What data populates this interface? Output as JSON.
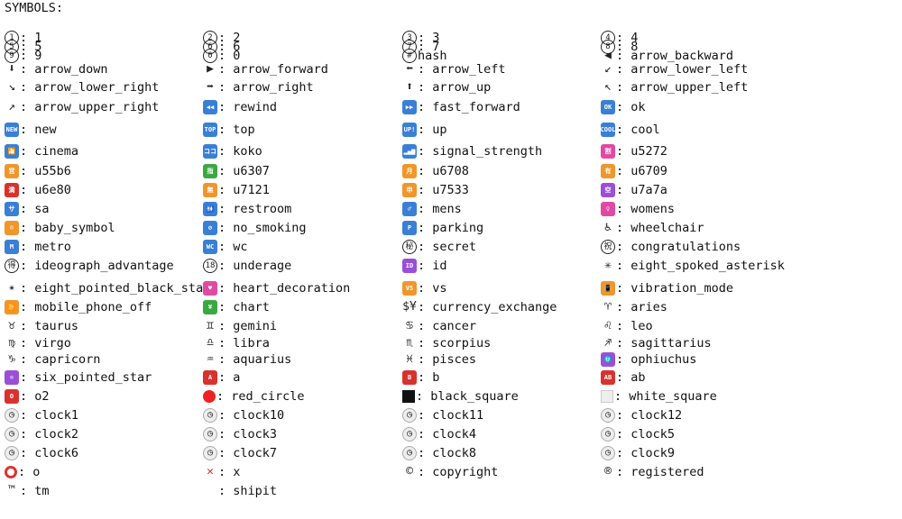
{
  "header": {
    "title": "SYMBOLS:"
  },
  "colors": {
    "blue": "#3a7fd6",
    "orange": "#f0962a",
    "red": "#d8322e",
    "green": "#3ba843",
    "purple": "#9a4fd6",
    "pink": "#e04aa3"
  },
  "items": [
    {
      "label": ": 1",
      "icon": "1-circle-icon",
      "glyph": "1",
      "style": "circle"
    },
    {
      "label": ": 2",
      "icon": "2-circle-icon",
      "glyph": "2",
      "style": "circle"
    },
    {
      "label": ": 3",
      "icon": "3-circle-icon",
      "glyph": "3",
      "style": "circle"
    },
    {
      "label": ": 4",
      "icon": "4-circle-icon",
      "glyph": "4",
      "style": "circle"
    },
    {
      "label": ": 5",
      "icon": "5-circle-icon",
      "glyph": "5",
      "style": "circle"
    },
    {
      "label": ": 6",
      "icon": "6-circle-icon",
      "glyph": "6",
      "style": "circle"
    },
    {
      "label": ": 7",
      "icon": "7-circle-icon",
      "glyph": "7",
      "style": "circle"
    },
    {
      "label": ": 8",
      "icon": "8-circle-icon",
      "glyph": "8",
      "style": "circle"
    },
    {
      "label": ": 9",
      "icon": "9-circle-icon",
      "glyph": "9",
      "style": "circle"
    },
    {
      "label": ": 0",
      "icon": "0-circle-icon",
      "glyph": "0",
      "style": "circle"
    },
    {
      "label": " hash",
      "icon": "hash-icon",
      "glyph": "#",
      "style": "circle"
    },
    {
      "label": ": arrow_backward",
      "icon": "arrow-backward-icon",
      "glyph": "◀",
      "style": "glyph"
    },
    {
      "label": ": arrow_down",
      "icon": "arrow-down-icon",
      "glyph": "⬇",
      "style": "glyph"
    },
    {
      "label": ": arrow_forward",
      "icon": "arrow-forward-icon",
      "glyph": "▶",
      "style": "glyph"
    },
    {
      "label": ": arrow_left",
      "icon": "arrow-left-icon",
      "glyph": "⬅",
      "style": "glyph"
    },
    {
      "label": ": arrow_lower_left",
      "icon": "arrow-lower-left-icon",
      "glyph": "↙",
      "style": "glyph"
    },
    {
      "label": ": arrow_lower_right",
      "icon": "arrow-lower-right-icon",
      "glyph": "↘",
      "style": "glyph"
    },
    {
      "label": ": arrow_right",
      "icon": "arrow-right-icon",
      "glyph": "➡",
      "style": "glyph"
    },
    {
      "label": ": arrow_up",
      "icon": "arrow-up-icon",
      "glyph": "⬆",
      "style": "glyph"
    },
    {
      "label": ": arrow_upper_left",
      "icon": "arrow-upper-left-icon",
      "glyph": "↖",
      "style": "glyph"
    },
    {
      "label": ": arrow_upper_right",
      "icon": "arrow-upper-right-icon",
      "glyph": "↗",
      "style": "glyph"
    },
    {
      "label": ": rewind",
      "icon": "rewind-icon",
      "glyph": "◀◀",
      "style": "sq",
      "color": "blue"
    },
    {
      "label": ": fast_forward",
      "icon": "fast-forward-icon",
      "glyph": "▶▶",
      "style": "sq",
      "color": "blue"
    },
    {
      "label": ": ok",
      "icon": "ok-icon",
      "glyph": "OK",
      "style": "sq",
      "color": "blue"
    },
    {
      "label": ": new",
      "icon": "new-icon",
      "glyph": "NEW",
      "style": "sq",
      "color": "blue"
    },
    {
      "label": ": top",
      "icon": "top-icon",
      "glyph": "TOP",
      "style": "sq",
      "color": "blue"
    },
    {
      "label": ": up",
      "icon": "up-icon",
      "glyph": "UP!",
      "style": "sq",
      "color": "blue"
    },
    {
      "label": ": cool",
      "icon": "cool-icon",
      "glyph": "COOL",
      "style": "sq",
      "color": "blue"
    },
    {
      "label": ": cinema",
      "icon": "cinema-icon",
      "glyph": "🎦",
      "style": "sq",
      "color": "blue"
    },
    {
      "label": ": koko",
      "icon": "koko-icon",
      "glyph": "ココ",
      "style": "sq",
      "color": "blue"
    },
    {
      "label": ": signal_strength",
      "icon": "signal-strength-icon",
      "glyph": "▂▄▆",
      "style": "sq",
      "color": "blue"
    },
    {
      "label": ": u5272",
      "icon": "u5272-icon",
      "glyph": "割",
      "style": "sq",
      "color": "pink"
    },
    {
      "label": ": u55b6",
      "icon": "u55b6-icon",
      "glyph": "営",
      "style": "sq",
      "color": "orange"
    },
    {
      "label": ": u6307",
      "icon": "u6307-icon",
      "glyph": "指",
      "style": "sq",
      "color": "green"
    },
    {
      "label": ": u6708",
      "icon": "u6708-icon",
      "glyph": "月",
      "style": "sq",
      "color": "orange"
    },
    {
      "label": ": u6709",
      "icon": "u6709-icon",
      "glyph": "有",
      "style": "sq",
      "color": "orange"
    },
    {
      "label": ": u6e80",
      "icon": "u6e80-icon",
      "glyph": "満",
      "style": "sq",
      "color": "red"
    },
    {
      "label": ": u7121",
      "icon": "u7121-icon",
      "glyph": "無",
      "style": "sq",
      "color": "orange"
    },
    {
      "label": ": u7533",
      "icon": "u7533-icon",
      "glyph": "申",
      "style": "sq",
      "color": "orange"
    },
    {
      "label": ": u7a7a",
      "icon": "u7a7a-icon",
      "glyph": "空",
      "style": "sq",
      "color": "purple"
    },
    {
      "label": ": sa",
      "icon": "sa-icon",
      "glyph": "サ",
      "style": "sq",
      "color": "blue"
    },
    {
      "label": ": restroom",
      "icon": "restroom-icon",
      "glyph": "🚻",
      "style": "sq",
      "color": "blue"
    },
    {
      "label": ": mens",
      "icon": "mens-icon",
      "glyph": "♂",
      "style": "sq",
      "color": "blue"
    },
    {
      "label": ": womens",
      "icon": "womens-icon",
      "glyph": "♀",
      "style": "sq",
      "color": "pink"
    },
    {
      "label": ": baby_symbol",
      "icon": "baby-symbol-icon",
      "glyph": "☺",
      "style": "sq",
      "color": "orange"
    },
    {
      "label": ": no_smoking",
      "icon": "no-smoking-icon",
      "glyph": "⊘",
      "style": "sq",
      "color": "blue"
    },
    {
      "label": ": parking",
      "icon": "parking-icon",
      "glyph": "P",
      "style": "sq",
      "color": "blue"
    },
    {
      "label": ": wheelchair",
      "icon": "wheelchair-icon",
      "glyph": "♿",
      "style": "glyph"
    },
    {
      "label": ": metro",
      "icon": "metro-icon",
      "glyph": "M",
      "style": "sq",
      "color": "blue"
    },
    {
      "label": ": wc",
      "icon": "wc-icon",
      "glyph": "WC",
      "style": "sq",
      "color": "blue"
    },
    {
      "label": ": secret",
      "icon": "secret-icon",
      "glyph": "秘",
      "style": "circle"
    },
    {
      "label": ": congratulations",
      "icon": "congratulations-icon",
      "glyph": "祝",
      "style": "circle"
    },
    {
      "label": ": ideograph_advantage",
      "icon": "ideograph-advantage-icon",
      "glyph": "得",
      "style": "circle"
    },
    {
      "label": ": underage",
      "icon": "underage-icon",
      "glyph": "18",
      "style": "circle"
    },
    {
      "label": ": id",
      "icon": "id-icon",
      "glyph": "ID",
      "style": "sq",
      "color": "purple"
    },
    {
      "label": ": eight_spoked_asterisk",
      "icon": "eight-spoked-asterisk-icon",
      "glyph": "✳",
      "style": "glyph"
    },
    {
      "label": ": eight_pointed_black_star",
      "icon": "eight-pointed-black-star-icon",
      "glyph": "✴",
      "style": "glyph"
    },
    {
      "label": ": heart_decoration",
      "icon": "heart-decoration-icon",
      "glyph": "♥",
      "style": "sq",
      "color": "pink"
    },
    {
      "label": ": vs",
      "icon": "vs-icon",
      "glyph": "VS",
      "style": "sq",
      "color": "orange"
    },
    {
      "label": ": vibration_mode",
      "icon": "vibration-mode-icon",
      "glyph": "📳",
      "style": "sq",
      "color": "orange"
    },
    {
      "label": ": mobile_phone_off",
      "icon": "mobile-phone-off-icon",
      "glyph": "📴",
      "style": "sq",
      "color": "orange"
    },
    {
      "label": ": chart",
      "icon": "chart-icon",
      "glyph": "¥",
      "style": "sq",
      "color": "green"
    },
    {
      "label": ": currency_exchange",
      "icon": "currency-exchange-icon",
      "glyph": "$¥",
      "style": "glyph"
    },
    {
      "label": ": aries",
      "icon": "aries-icon",
      "glyph": "♈",
      "style": "glyph"
    },
    {
      "label": ": taurus",
      "icon": "taurus-icon",
      "glyph": "♉",
      "style": "glyph"
    },
    {
      "label": ": gemini",
      "icon": "gemini-icon",
      "glyph": "♊",
      "style": "glyph"
    },
    {
      "label": ": cancer",
      "icon": "cancer-icon",
      "glyph": "♋",
      "style": "glyph"
    },
    {
      "label": ": leo",
      "icon": "leo-icon",
      "glyph": "♌",
      "style": "glyph"
    },
    {
      "label": ": virgo",
      "icon": "virgo-icon",
      "glyph": "♍",
      "style": "glyph"
    },
    {
      "label": ": libra",
      "icon": "libra-icon",
      "glyph": "♎",
      "style": "glyph"
    },
    {
      "label": ": scorpius",
      "icon": "scorpius-icon",
      "glyph": "♏",
      "style": "glyph"
    },
    {
      "label": ": sagittarius",
      "icon": "sagittarius-icon",
      "glyph": "♐",
      "style": "glyph"
    },
    {
      "label": ": capricorn",
      "icon": "capricorn-icon",
      "glyph": "♑",
      "style": "glyph"
    },
    {
      "label": ": aquarius",
      "icon": "aquarius-icon",
      "glyph": "♒",
      "style": "glyph"
    },
    {
      "label": ": pisces",
      "icon": "pisces-icon",
      "glyph": "♓",
      "style": "glyph"
    },
    {
      "label": ": ophiuchus",
      "icon": "ophiuchus-icon",
      "glyph": "⛎",
      "style": "sq",
      "color": "purple"
    },
    {
      "label": ": six_pointed_star",
      "icon": "six-pointed-star-icon",
      "glyph": "✡",
      "style": "sq",
      "color": "purple"
    },
    {
      "label": ": a",
      "icon": "a-icon",
      "glyph": "A",
      "style": "sq",
      "color": "red"
    },
    {
      "label": ": b",
      "icon": "b-icon",
      "glyph": "B",
      "style": "sq",
      "color": "red"
    },
    {
      "label": ": ab",
      "icon": "ab-icon",
      "glyph": "AB",
      "style": "sq",
      "color": "red"
    },
    {
      "label": ": o2",
      "icon": "o2-icon",
      "glyph": "O",
      "style": "sq",
      "color": "red"
    },
    {
      "label": ": red_circle",
      "icon": "red-circle-icon",
      "glyph": "",
      "style": "rc"
    },
    {
      "label": ": black_square",
      "icon": "black-square-icon",
      "glyph": "",
      "style": "blk"
    },
    {
      "label": ": white_square",
      "icon": "white-square-icon",
      "glyph": "",
      "style": "wht"
    },
    {
      "label": ": clock1",
      "icon": "clock1-icon",
      "glyph": "◷",
      "style": "clock"
    },
    {
      "label": ": clock10",
      "icon": "clock10-icon",
      "glyph": "◷",
      "style": "clock"
    },
    {
      "label": ": clock11",
      "icon": "clock11-icon",
      "glyph": "◷",
      "style": "clock"
    },
    {
      "label": ": clock12",
      "icon": "clock12-icon",
      "glyph": "◷",
      "style": "clock"
    },
    {
      "label": ": clock2",
      "icon": "clock2-icon",
      "glyph": "◷",
      "style": "clock"
    },
    {
      "label": ": clock3",
      "icon": "clock3-icon",
      "glyph": "◷",
      "style": "clock"
    },
    {
      "label": ": clock4",
      "icon": "clock4-icon",
      "glyph": "◷",
      "style": "clock"
    },
    {
      "label": ": clock5",
      "icon": "clock5-icon",
      "glyph": "◷",
      "style": "clock"
    },
    {
      "label": ": clock6",
      "icon": "clock6-icon",
      "glyph": "◷",
      "style": "clock"
    },
    {
      "label": ": clock7",
      "icon": "clock7-icon",
      "glyph": "◷",
      "style": "clock"
    },
    {
      "label": ": clock8",
      "icon": "clock8-icon",
      "glyph": "◷",
      "style": "clock"
    },
    {
      "label": ": clock9",
      "icon": "clock9-icon",
      "glyph": "◷",
      "style": "clock"
    },
    {
      "label": ": o",
      "icon": "o-icon",
      "glyph": "",
      "style": "ring"
    },
    {
      "label": ": x",
      "icon": "x-icon",
      "glyph": "✕",
      "style": "glyph",
      "color": "red"
    },
    {
      "label": ": copyright",
      "icon": "copyright-icon",
      "glyph": "©",
      "style": "glyph"
    },
    {
      "label": ": registered",
      "icon": "registered-icon",
      "glyph": "®",
      "style": "glyph"
    },
    {
      "label": ": tm",
      "icon": "tm-icon",
      "glyph": "™",
      "style": "glyph"
    },
    {
      "label": ": shipit",
      "icon": "shipit-icon",
      "glyph": "",
      "style": "glyph"
    }
  ]
}
